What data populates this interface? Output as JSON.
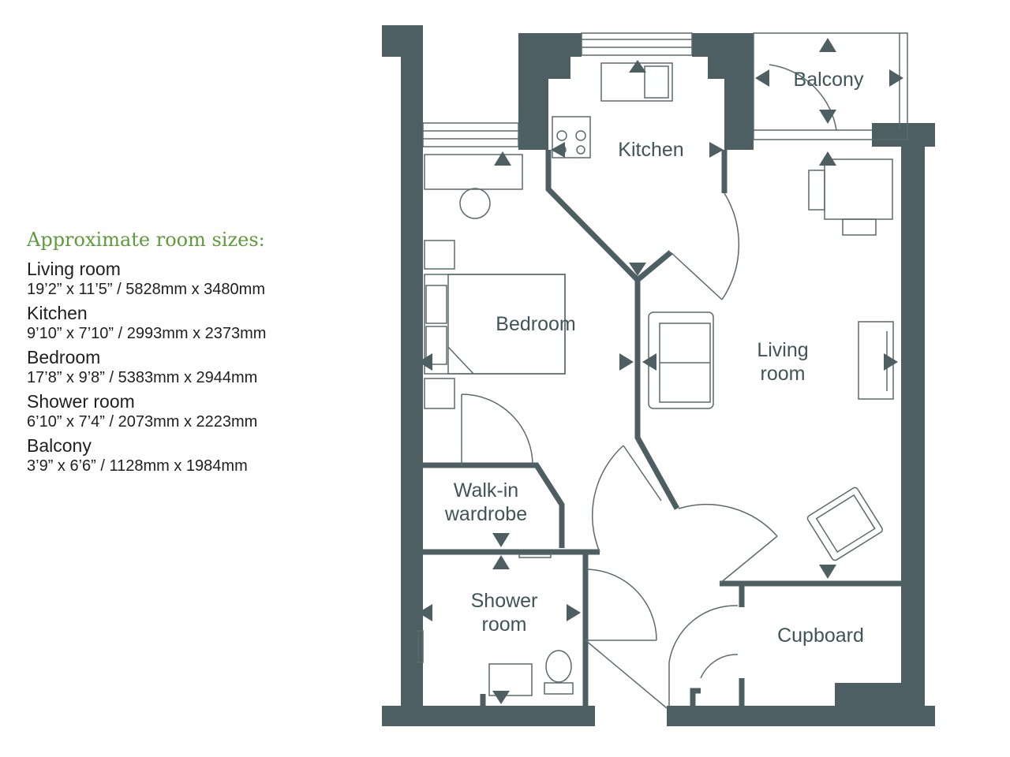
{
  "legend": {
    "title": "Approximate room sizes:",
    "rooms": [
      {
        "name": "Living room",
        "dims": "19’2” x 11’5” / 5828mm x 3480mm"
      },
      {
        "name": "Kitchen",
        "dims": "9’10” x 7’10” / 2993mm x 2373mm"
      },
      {
        "name": "Bedroom",
        "dims": "17’8” x 9’8” / 5383mm x 2944mm"
      },
      {
        "name": "Shower room",
        "dims": "6’10” x 7’4” / 2073mm x 2223mm"
      },
      {
        "name": "Balcony",
        "dims": "3’9” x 6’6” / 1128mm x 1984mm"
      }
    ]
  },
  "plan": {
    "labels": {
      "balcony": "Balcony",
      "kitchen": "Kitchen",
      "bedroom": "Bedroom",
      "living_1": "Living",
      "living_2": "room",
      "walkin_1": "Walk-in",
      "walkin_2": "wardrobe",
      "shower_1": "Shower",
      "shower_2": "room",
      "cupboard": "Cupboard"
    }
  },
  "colors": {
    "wall": "#4d5f62",
    "line": "#5a6a6d",
    "title": "#5e9b3a",
    "text": "#1f1f1f"
  }
}
